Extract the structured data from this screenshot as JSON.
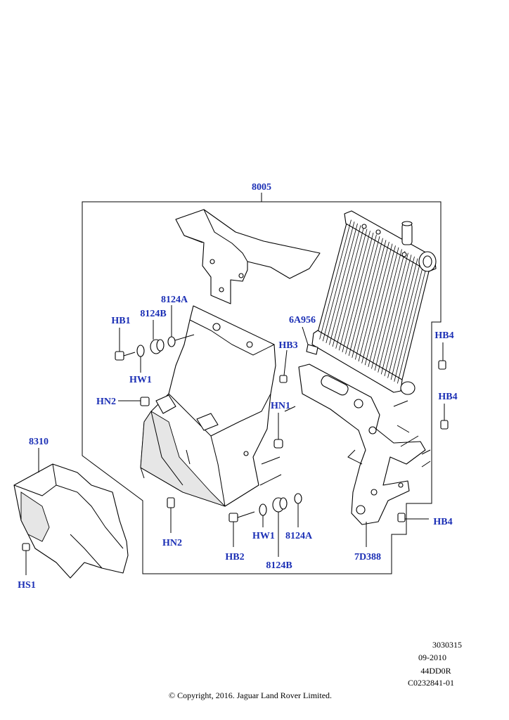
{
  "labels": {
    "p8005": "8005",
    "p8124a_top": "8124A",
    "p8124b_top": "8124B",
    "hb1": "HB1",
    "hw1_top": "HW1",
    "p6a956": "6A956",
    "hb3": "HB3",
    "hb4_a": "HB4",
    "hb4_b": "HB4",
    "hb4_c": "HB4",
    "hn2_top": "HN2",
    "hn1": "HN1",
    "p8310": "8310",
    "hn2_bottom": "HN2",
    "hb2": "HB2",
    "hw1_bottom": "HW1",
    "p8124a_bottom": "8124A",
    "p8124b_bottom": "8124B",
    "p7d388": "7D388",
    "hs1": "HS1"
  },
  "info_block": {
    "code": "3030315",
    "date": "09-2010",
    "model": "44DD0R",
    "ref": "C0232841-01"
  },
  "copyright": "© Copyright, 2016. Jaguar Land Rover Limited.",
  "colors": {
    "label": "#1b2fb5",
    "line": "#000000",
    "background": "#ffffff"
  }
}
